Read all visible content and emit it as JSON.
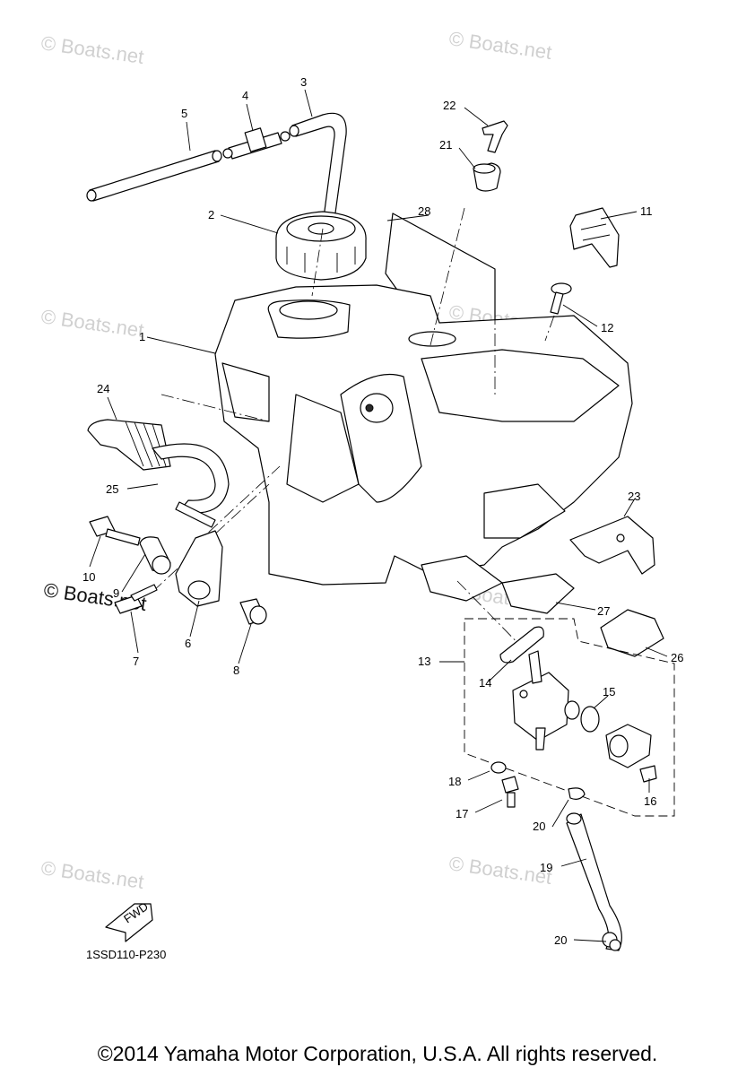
{
  "watermarks": {
    "text": "© Boats.net"
  },
  "callouts": {
    "n1": "1",
    "n2": "2",
    "n3": "3",
    "n4": "4",
    "n5": "5",
    "n6": "6",
    "n7": "7",
    "n8": "8",
    "n9": "9",
    "n10": "10",
    "n11": "11",
    "n12": "12",
    "n13": "13",
    "n14": "14",
    "n15": "15",
    "n16": "16",
    "n17": "17",
    "n18": "18",
    "n19": "19",
    "n20a": "20",
    "n20b": "20",
    "n21": "21",
    "n22": "22",
    "n23": "23",
    "n24": "24",
    "n25": "25",
    "n26": "26",
    "n27": "27",
    "n28": "28"
  },
  "fwd_label": "FWD",
  "diagram_code": "1SSD110-P230",
  "copyright": "©2014 Yamaha Motor Corporation, U.S.A. All rights reserved."
}
